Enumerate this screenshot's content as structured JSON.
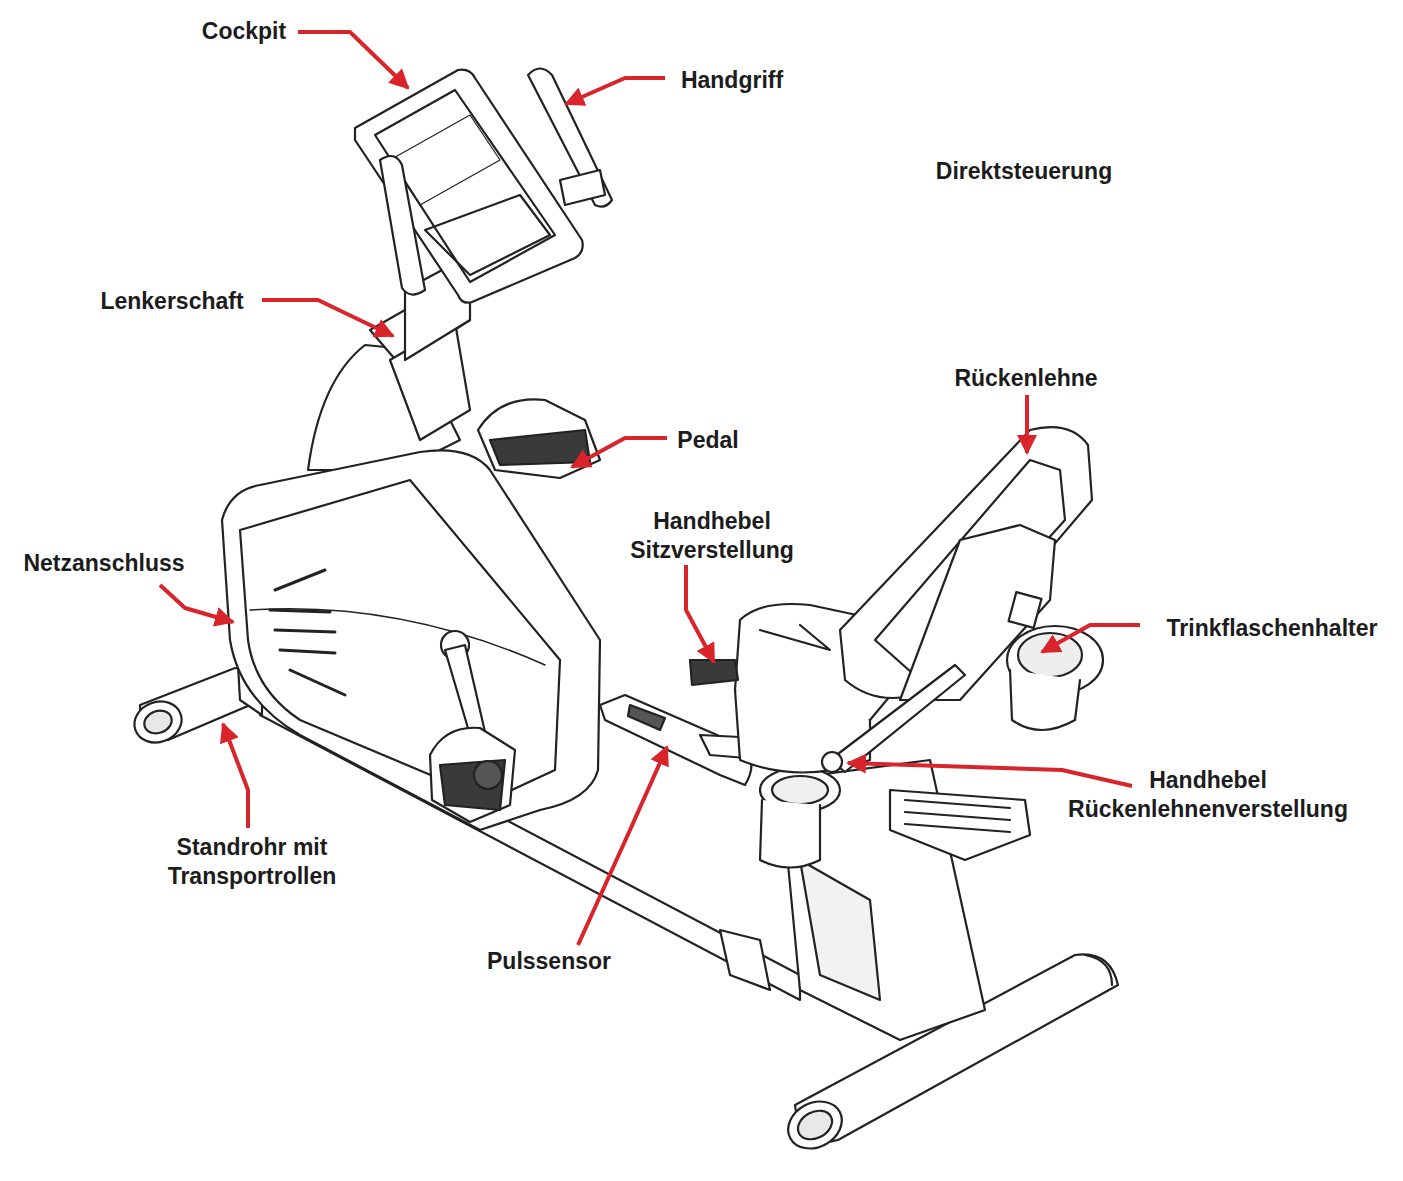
{
  "diagram": {
    "labels": [
      "Cockpit",
      "Handgriff",
      "Direktsteuerung",
      "Lenkerschaft",
      "Rückenlehne",
      "Pedal",
      "Handhebel Sitzverstellung",
      "Netzanschluss",
      "Trinkflaschenhalter",
      "Handhebel Rückenlehnenverstellung",
      "Standrohr mit Transportrollen",
      "Pulssensor"
    ]
  }
}
